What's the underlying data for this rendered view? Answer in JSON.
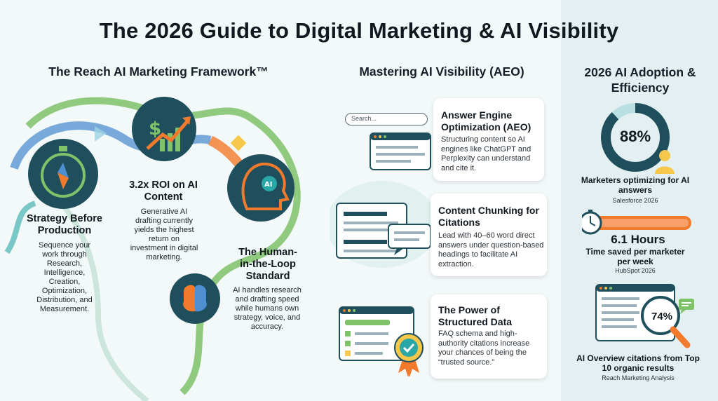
{
  "title": "The 2026 Guide to Digital Marketing & AI Visibility",
  "framework": {
    "title": "The Reach AI Marketing Framework™",
    "steps": [
      {
        "heading": "Strategy Before Production",
        "body": "Sequence your work through Research, Intelligence, Creation, Optimization, Distribution, and Measurement."
      },
      {
        "heading": "3.2x ROI on AI Content",
        "body": "Generative AI drafting currently yields the highest return on investment in digital marketing."
      },
      {
        "heading": "The Human-in-the-Loop Standard",
        "body": "AI handles research and drafting speed while humans own strategy, voice, and accuracy."
      }
    ]
  },
  "aeo": {
    "title": "Mastering AI Visibility (AEO)",
    "search_placeholder": "Search...",
    "cards": [
      {
        "heading": "Answer Engine Optimization (AEO)",
        "body": "Structuring content so AI engines like ChatGPT and Perplexity can understand and cite it."
      },
      {
        "heading": "Content Chunking for Citations",
        "body": "Lead with 40–60 word direct answers under question-based headings to facilitate AI extraction."
      },
      {
        "heading": "The Power of Structured Data",
        "body": "FAQ schema and high-authority citations increase your chances of being the “trusted source.”"
      }
    ]
  },
  "adoption": {
    "title": "2026 AI Adoption & Efficiency",
    "stats": [
      {
        "value": "88%",
        "fraction": 0.88,
        "label": "Marketers optimizing for AI answers",
        "source": "Salesforce 2026"
      },
      {
        "value": "6.1 Hours",
        "label": "Time saved per marketer per week",
        "source": "HubSpot 2026"
      },
      {
        "value": "74%",
        "label": "AI Overview citations from Top 10 organic results",
        "source": "Reach Marketing Analysis"
      }
    ]
  },
  "colors": {
    "teal_dark": "#1f4f5c",
    "teal": "#2aa7a7",
    "green": "#7ec26a",
    "orange": "#f27a2c",
    "yellow": "#f5c74a",
    "blue": "#4d8fd0"
  },
  "icons": [
    "compass-stopwatch-icon",
    "dollar-growth-icon",
    "ai-head-icon",
    "brain-icon",
    "browser-window-icon",
    "chat-bubble-icon",
    "certified-badge-icon",
    "person-icon",
    "stopwatch-icon",
    "magnifier-icon"
  ]
}
